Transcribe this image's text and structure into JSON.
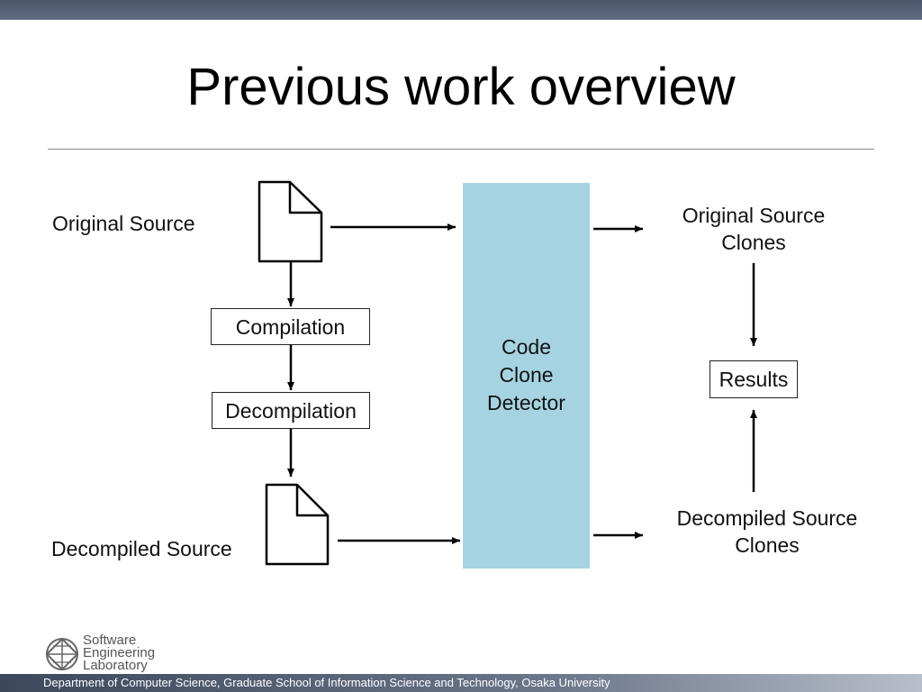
{
  "slide": {
    "title": "Previous work overview",
    "footer": "Department of Computer Science, Graduate School of Information Science and Technology, Osaka University"
  },
  "logo": {
    "line1": "Software",
    "line2": "Engineering",
    "line3": "Laboratory"
  },
  "diagram": {
    "original_source": "Original Source",
    "decompiled_source": "Decompiled Source",
    "compilation": "Compilation",
    "decompilation": "Decompilation",
    "detector": [
      "Code",
      "Clone",
      "Detector"
    ],
    "original_clones": [
      "Original Source",
      "Clones"
    ],
    "decompiled_clones": [
      "Decompiled Source",
      "Clones"
    ],
    "results": "Results"
  },
  "colors": {
    "detector_fill": "#a6d3e1",
    "header_bar": "#4a566b"
  }
}
